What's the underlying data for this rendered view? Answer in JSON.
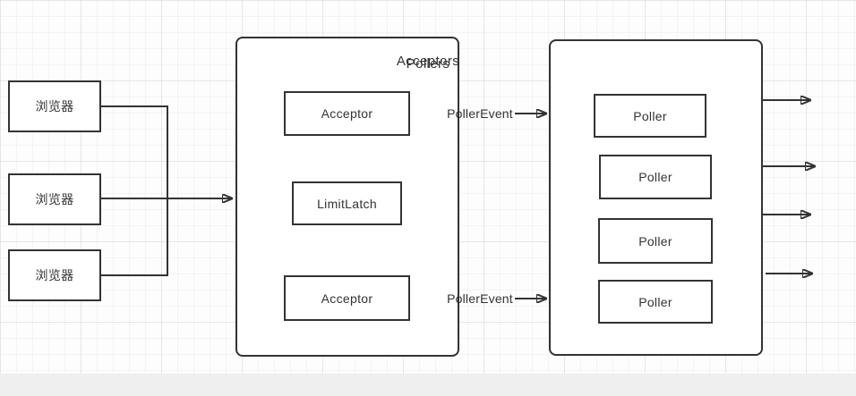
{
  "diagram": {
    "clients": [
      "浏览器",
      "浏览器",
      "浏览器"
    ],
    "acceptors": {
      "title": "Acceptors",
      "nodes": [
        "Acceptor",
        "LimitLatch",
        "Acceptor"
      ]
    },
    "pollers": {
      "title": "Pollers",
      "nodes": [
        "Poller",
        "Poller",
        "Poller",
        "Poller"
      ]
    },
    "edges": {
      "top_label": "PollerEvent",
      "bottom_label": "PollerEvent"
    },
    "colors": {
      "stroke": "#333333",
      "text": "#333333",
      "node_fill": "#ffffff",
      "canvas": "#fdfdfd",
      "footer_band": "#efefef"
    }
  }
}
